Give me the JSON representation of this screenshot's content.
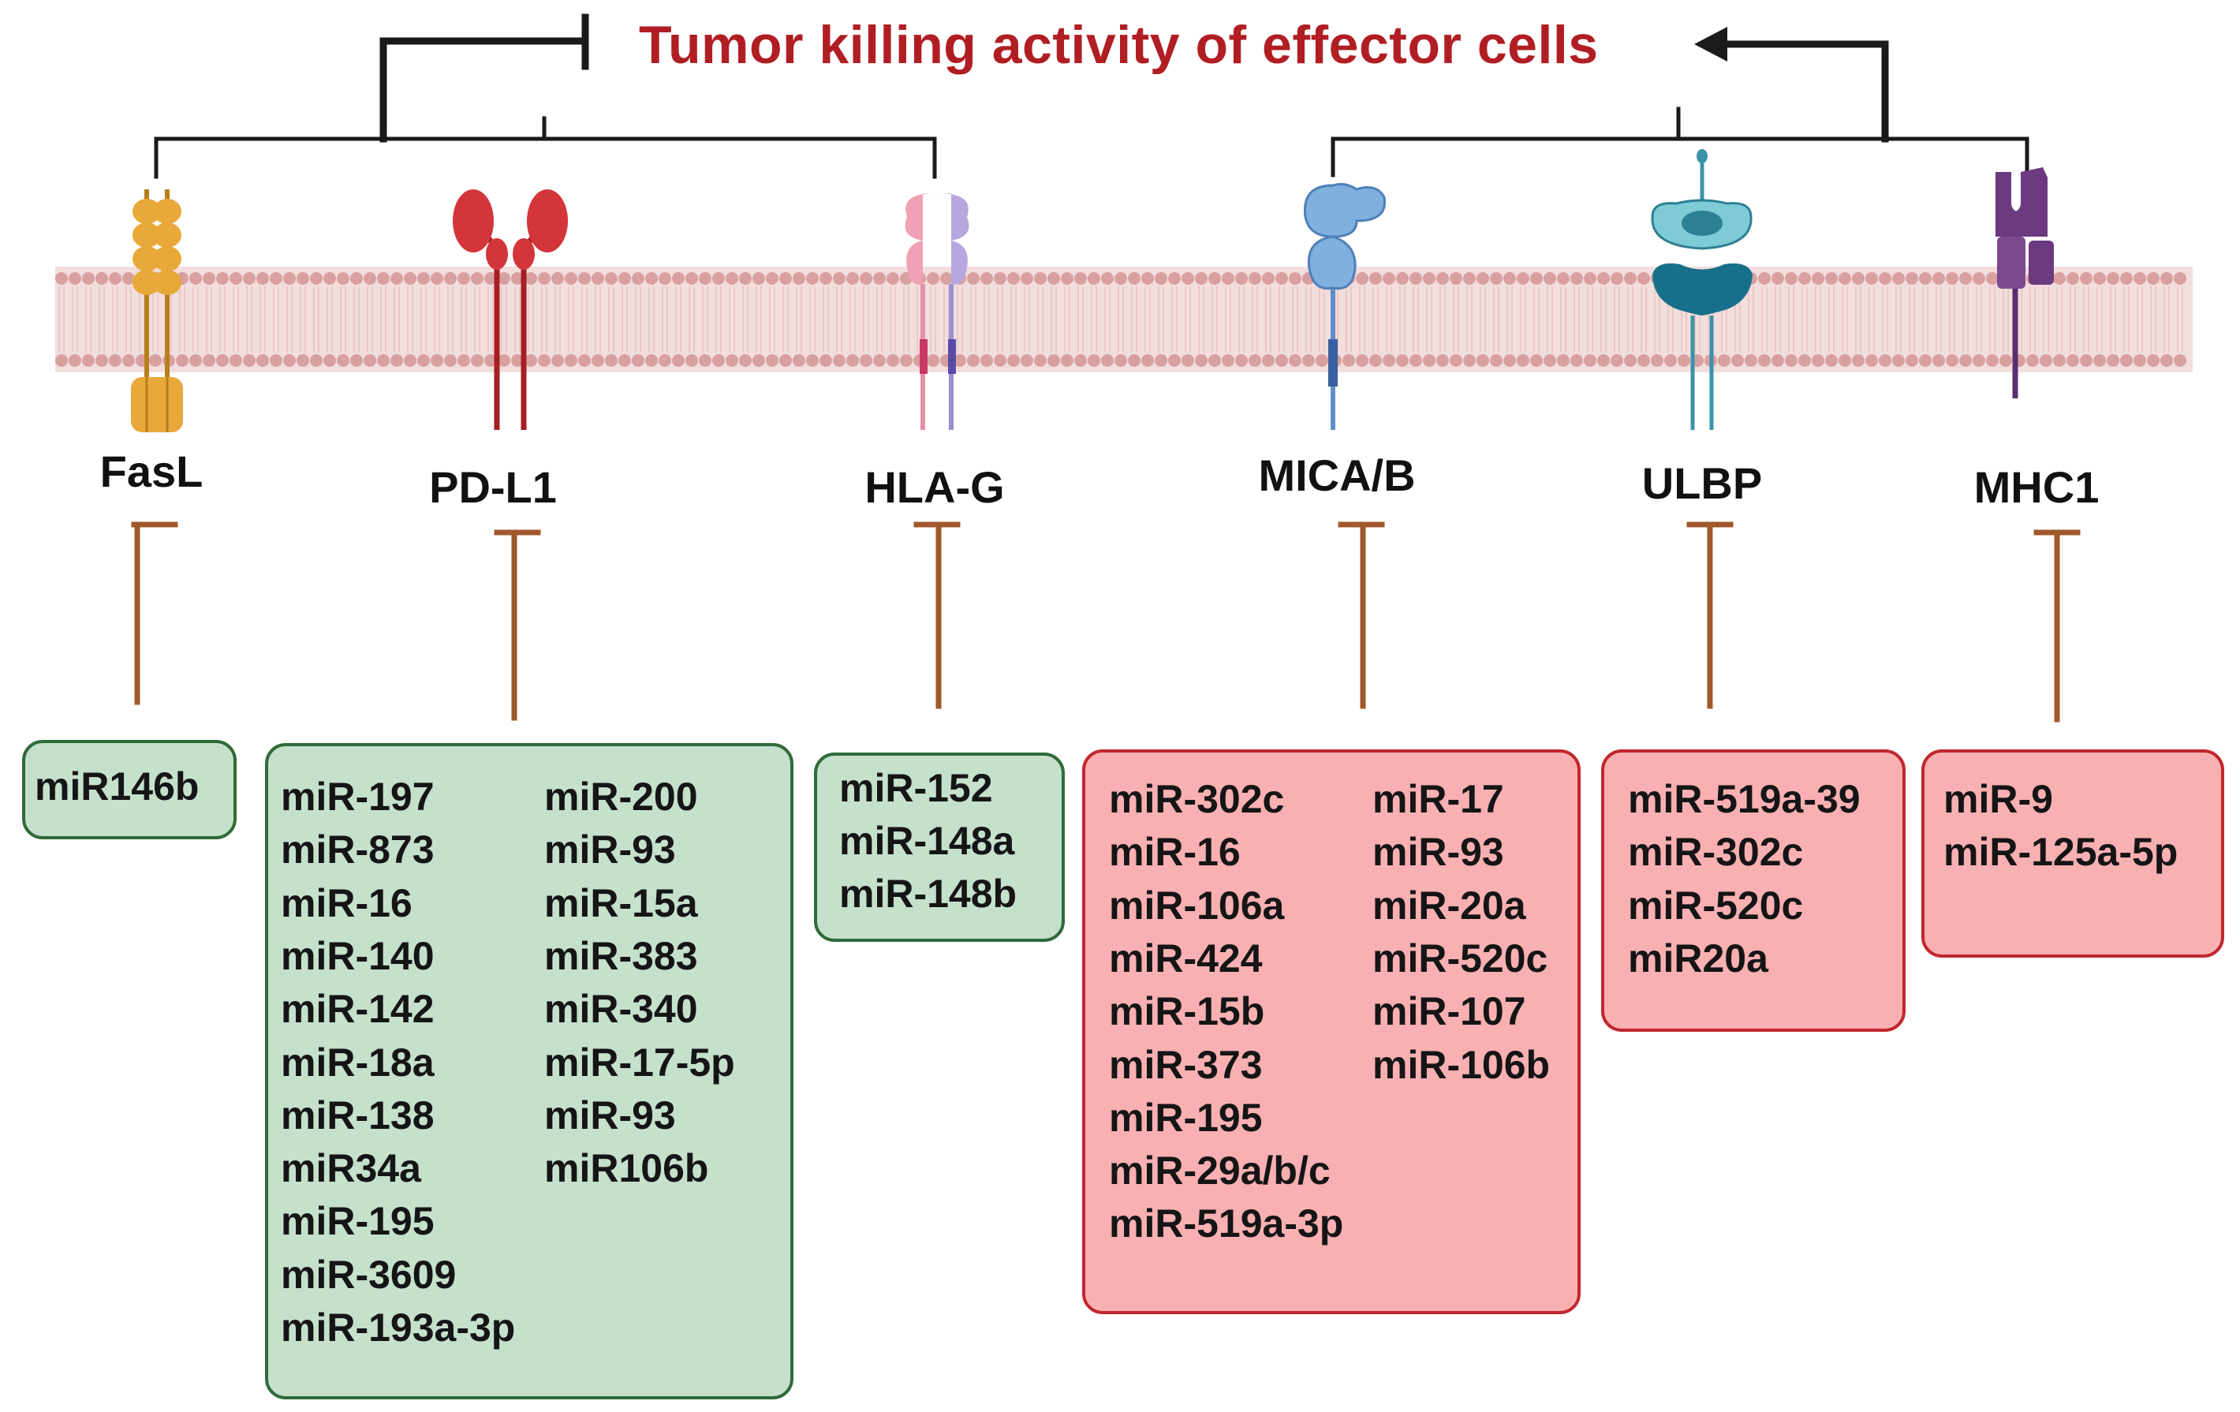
{
  "title": "Tumor killing activity of effector cells",
  "colors": {
    "title": "#b01e23",
    "inhibition_arrow": "#a0592a",
    "membrane": "#d9a0a0",
    "green_box_fill": "#c5e0cb",
    "green_box_border": "#2f6b3b",
    "red_box_fill": "#f9b0b2",
    "red_box_border": "#c0282e"
  },
  "receptors": [
    {
      "label": "FasL",
      "color": "#e8a93a",
      "shape": "stacked-domains-icon"
    },
    {
      "label": "PD-L1",
      "color": "#d3353b",
      "shape": "dimer-icon"
    },
    {
      "label": "HLA-G",
      "color": "#e58fa8",
      "shape": "heterodimer-icon"
    },
    {
      "label": "MICA/B",
      "color": "#7fb0de",
      "shape": "single-chain-icon"
    },
    {
      "label": "ULBP",
      "color": "#3a93a8",
      "shape": "gpi-anchored-icon"
    },
    {
      "label": "MHC1",
      "color": "#6b3a80",
      "shape": "mhc-icon"
    }
  ],
  "mirna_groups": {
    "fasl": {
      "col1": [
        "miR146b"
      ],
      "col2": []
    },
    "pdl1": {
      "col1": [
        "miR-197",
        "miR-873",
        "miR-16",
        "miR-140",
        "miR-142",
        "miR-18a",
        "miR-138",
        "miR34a",
        "miR-195",
        "miR-3609",
        "miR-193a-3p"
      ],
      "col2": [
        "miR-200",
        "miR-93",
        "miR-15a",
        "miR-383",
        "miR-340",
        "miR-17-5p",
        "miR-93",
        "miR106b"
      ]
    },
    "hlag": {
      "col1": [
        "miR-152",
        "miR-148a",
        "miR-148b"
      ],
      "col2": []
    },
    "micab": {
      "col1": [
        "miR-302c",
        "miR-16",
        "miR-106a",
        "miR-424",
        "miR-15b",
        "miR-373",
        "miR-195",
        "miR-29a/b/c",
        "miR-519a-3p"
      ],
      "col2": [
        "miR-17",
        "miR-93",
        "miR-20a",
        "miR-520c",
        "miR-107",
        "miR-106b"
      ]
    },
    "ulbp": {
      "col1": [
        "miR-519a-39",
        "miR-302c",
        "miR-520c",
        "miR20a"
      ],
      "col2": []
    },
    "mhc1": {
      "col1": [
        "miR-9",
        "miR-125a-5p"
      ],
      "col2": []
    }
  }
}
